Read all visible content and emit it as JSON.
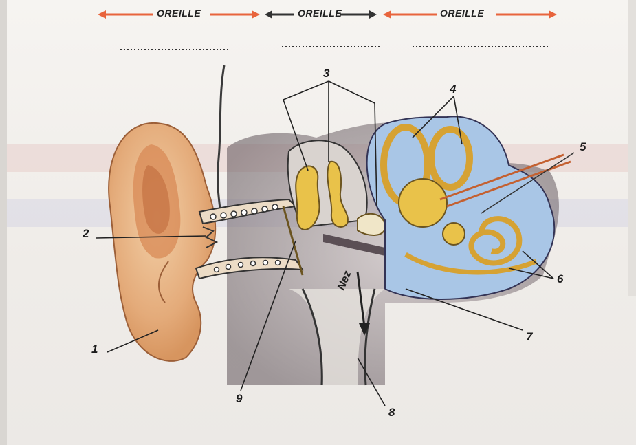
{
  "header": {
    "labels": [
      "OREILLE",
      "OREILLE",
      "OREILLE"
    ]
  },
  "diagram": {
    "numbers": [
      "1",
      "2",
      "3",
      "4",
      "5",
      "6",
      "7",
      "8",
      "9"
    ],
    "nose_label": "Nez"
  },
  "colors": {
    "arrow_red": "#e8643c",
    "arrow_dark": "#333333",
    "skin": "#e9b98a",
    "bone_yellow": "#e9c24a",
    "cochlea_blue": "#a9c6e6",
    "tissue_grey": "#6b5f64"
  }
}
